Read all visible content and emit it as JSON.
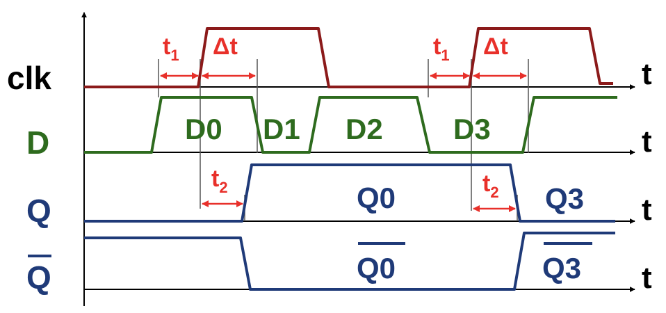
{
  "colors": {
    "axis": "#000000",
    "guide": "#555555",
    "clk": "#8b1a1a",
    "d": "#2e6b1e",
    "q": "#1f3a78",
    "annotation": "#e8302a"
  },
  "signals": {
    "clk": {
      "label": "clk"
    },
    "d": {
      "label": "D"
    },
    "q": {
      "label": "Q"
    },
    "qbar": {
      "label": "Q"
    }
  },
  "time_axis_label": "t",
  "d_segments": [
    "D0",
    "D1",
    "D2",
    "D3"
  ],
  "q_segments": [
    "Q0",
    "Q3"
  ],
  "qbar_segments": [
    "Q0",
    "Q3"
  ],
  "annotations": {
    "t1": {
      "main": "t",
      "sub": "1"
    },
    "dt": {
      "main": "Δt"
    },
    "t2": {
      "main": "t",
      "sub": "2"
    }
  }
}
